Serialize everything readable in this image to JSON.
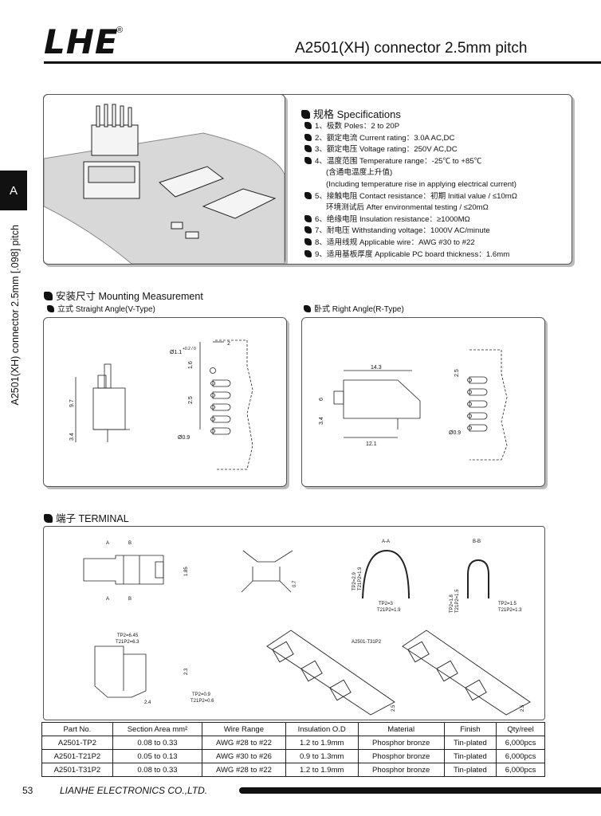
{
  "header": {
    "logo": "LHE",
    "registered": "®",
    "title": "A2501(XH) connector 2.5mm pitch"
  },
  "side": {
    "tab_letter": "A",
    "vertical_title": "A2501(XH) connector 2.5mm [.098] pitch"
  },
  "specs": {
    "heading": "规格 Specifications",
    "items": [
      {
        "text": "1、极数 Poles：2 to 20P"
      },
      {
        "text": "2、额定电流 Current rating：3.0A  AC,DC"
      },
      {
        "text": "3、额定电压 Voltage rating：250V  AC,DC"
      },
      {
        "text": "4、温度范围 Temperature range：-25℃ to +85℃"
      },
      {
        "text": "(含通电温度上升值)",
        "sub": true
      },
      {
        "text": "(Including temperature rise in applying electrical current)",
        "sub": true
      },
      {
        "text": "5、接触电阻 Contact resistance：初期 Initial value / ≤10mΩ"
      },
      {
        "text": "环境测试后 After environmental testing / ≤20mΩ",
        "sub": true
      },
      {
        "text": "6、绝缘电阻 Insulation resistance：≥1000MΩ"
      },
      {
        "text": "7、耐电压 Withstanding voltage：1000V  AC/minute"
      },
      {
        "text": "8、适用线规 Applicable wire：AWG #30 to #22"
      },
      {
        "text": "9、适用基板厚度 Applicable PC board thickness：1.6mm"
      }
    ]
  },
  "mounting": {
    "heading": "安装尺寸 Mounting Measurement",
    "straight": "立式 Straight Angle(V-Type)",
    "right": "卧式 Right Angle(R-Type)",
    "dims_v": {
      "hole": "Ø1.1",
      "tol": "+0.2 / 0",
      "two": "2",
      "one_six": "1.6",
      "pitch": "2.5",
      "h97": "9.7",
      "h34": "3.4",
      "pin": "Ø0.9"
    },
    "dims_r": {
      "w143": "14.3",
      "w121": "12.1",
      "h6": "6",
      "h34": "3.4",
      "pitch": "2.5",
      "pin": "Ø0.9"
    }
  },
  "terminal": {
    "heading": "端子 TERMINAL",
    "labels": {
      "a": "A",
      "b": "B",
      "aa": "A-A",
      "bb": "B-B",
      "d185": "1.85",
      "d07": "0.7",
      "tp2_29": "TP2=2.9",
      "t21_19": "T21P2=1.9",
      "tp2_3": "TP2=3",
      "t21_19b": "T21P2=1.9",
      "tp2_18": "TP2=1.8",
      "t21_15": "T21P2=1.5",
      "tp2_15": "TP2=1.5",
      "t21_13": "T21P2=1.3",
      "tp2_645": "TP2=6.45",
      "t21_63": "T21P2=6.3",
      "d23": "2.3",
      "d24": "2.4",
      "tp2_09": "TP2=0.9",
      "t21_06": "T21P2=0.6",
      "t31": "A2501-T31P2",
      "r25a": "2.5",
      "r25b": "2.5"
    }
  },
  "table": {
    "headers": [
      "Part No.",
      "Section Area mm²",
      "Wire Range",
      "Insulation O.D",
      "Material",
      "Finish",
      "Qty/reel"
    ],
    "rows": [
      [
        "A2501-TP2",
        "0.08 to 0.33",
        "AWG #28 to #22",
        "1.2 to 1.9mm",
        "Phosphor bronze",
        "Tin-plated",
        "6,000pcs"
      ],
      [
        "A2501-T21P2",
        "0.05 to 0.13",
        "AWG #30 to #26",
        "0.9 to 1.3mm",
        "Phosphor bronze",
        "Tin-plated",
        "6,000pcs"
      ],
      [
        "A2501-T31P2",
        "0.08 to 0.33",
        "AWG #28 to #22",
        "1.2 to 1.9mm",
        "Phosphor bronze",
        "Tin-plated",
        "6,000pcs"
      ]
    ]
  },
  "footer": {
    "page": "53",
    "company": "LIANHE ELECTRONICS CO.,LTD."
  }
}
